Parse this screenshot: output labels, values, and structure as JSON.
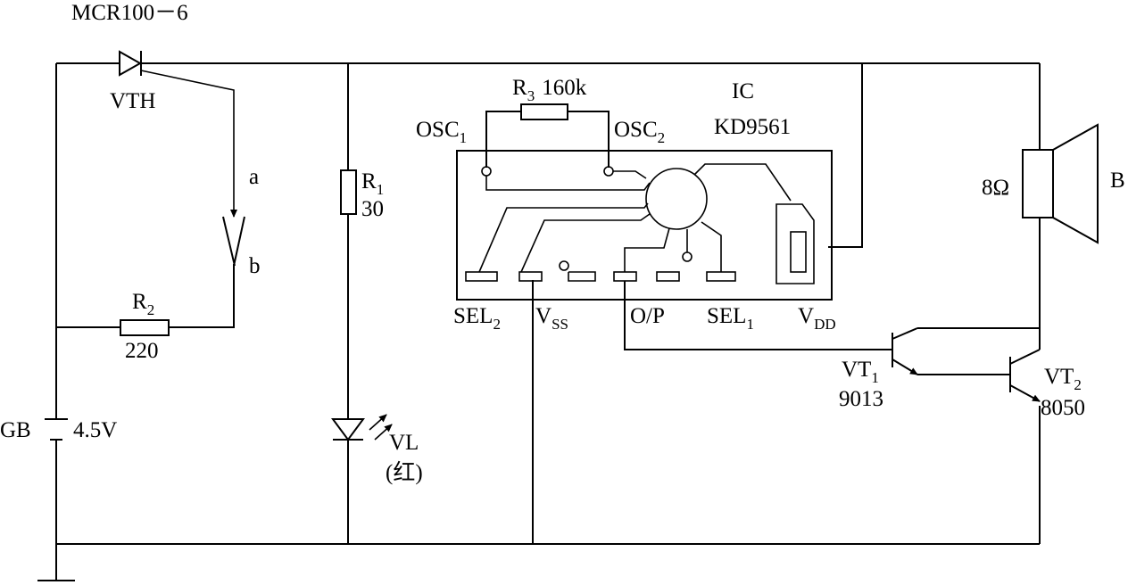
{
  "components": {
    "thyristor": {
      "model": "MCR100－6",
      "name": "VTH"
    },
    "switch": {
      "contact_a": "a",
      "contact_b": "b"
    },
    "r2": {
      "name": "R",
      "sub": "2",
      "value": "220"
    },
    "battery": {
      "name": "GB",
      "voltage": "4.5V"
    },
    "r1": {
      "name": "R",
      "sub": "1",
      "value": "30"
    },
    "led": {
      "name": "VL",
      "color": "(红)"
    },
    "r3": {
      "name": "R",
      "sub": "3",
      "value": "160k"
    },
    "ic": {
      "name": "IC",
      "model": "KD9561"
    },
    "osc1": {
      "name": "OSC",
      "sub": "1"
    },
    "osc2": {
      "name": "OSC",
      "sub": "2"
    },
    "sel2": {
      "name": "SEL",
      "sub": "2"
    },
    "vss": {
      "name": "V",
      "sub": "SS"
    },
    "op": {
      "name": "O/P"
    },
    "sel1": {
      "name": "SEL",
      "sub": "1"
    },
    "vdd": {
      "name": "V",
      "sub": "DD"
    },
    "vt1": {
      "name": "VT",
      "sub": "1",
      "model": "9013"
    },
    "vt2": {
      "name": "VT",
      "sub": "2",
      "model": "8050"
    },
    "speaker": {
      "impedance": "8Ω",
      "name": "B"
    }
  }
}
